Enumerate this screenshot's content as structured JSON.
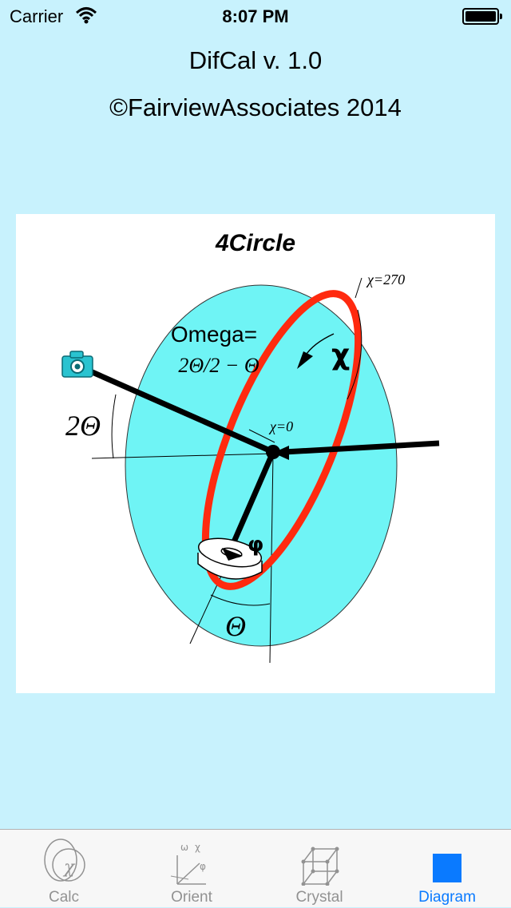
{
  "status_bar": {
    "carrier": "Carrier",
    "time": "8:07 PM"
  },
  "header": {
    "title": "DifCal v. 1.0",
    "copyright": "©FairviewAssociates 2014"
  },
  "diagram": {
    "title": "4Circle",
    "omega_line1": "Omega=",
    "omega_line2": "2Θ/2 − Θ",
    "chi_symbol": "χ",
    "chi_270": "χ=270",
    "chi_0": "χ=0",
    "two_theta": "2Θ",
    "theta": "Θ",
    "phi_symbol": "φ"
  },
  "colors": {
    "background": "#c8f2fd",
    "sphere": "#6ff4f5",
    "chi_ring": "#ff2a0f",
    "camera": "#2ac3d0",
    "tab_active": "#0a7aff",
    "tab_inactive": "#929292"
  },
  "tabs": [
    {
      "label": "Calc",
      "icon": "chi-circle-icon",
      "active": false
    },
    {
      "label": "Orient",
      "icon": "axes-icon",
      "active": false
    },
    {
      "label": "Crystal",
      "icon": "crystal-cube-icon",
      "active": false
    },
    {
      "label": "Diagram",
      "icon": "blue-square-icon",
      "active": true
    }
  ]
}
